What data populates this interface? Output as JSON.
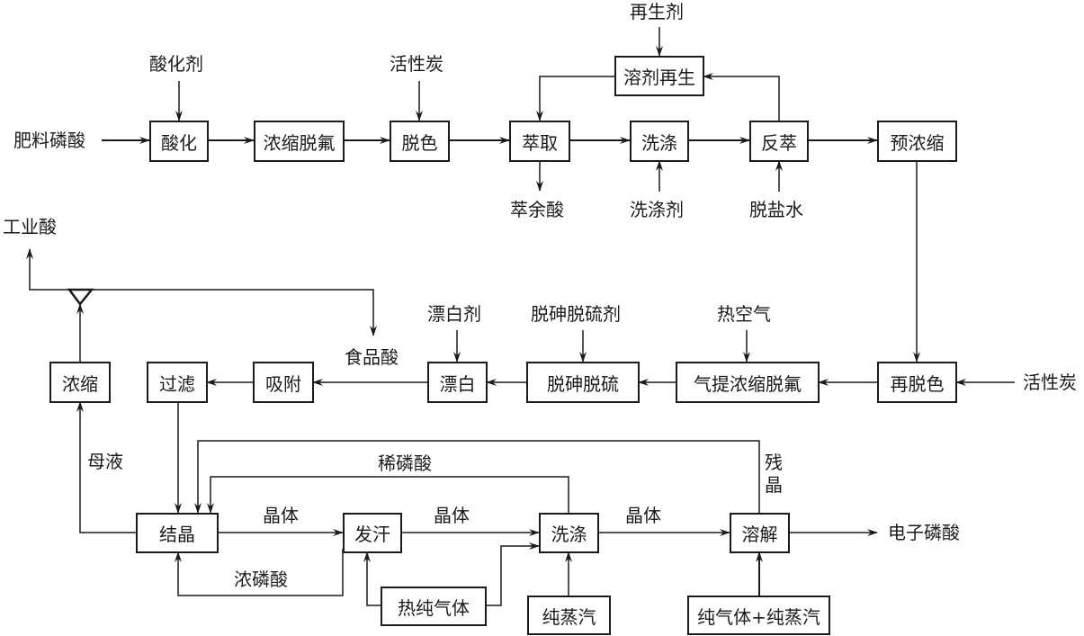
{
  "diagram": {
    "type": "process-flow",
    "title": "",
    "units": {
      "acidification": "酸化",
      "concentration_defluorination": "浓缩脱氟",
      "decolorization": "脱色",
      "solvent_regeneration": "溶剂再生",
      "extraction": "萃取",
      "washing_upper": "洗涤",
      "back_extraction": "反萃",
      "pre_concentration": "预浓缩",
      "re_decolorization": "再脱色",
      "stripping_concentration_defluorination": "气提浓缩脱氟",
      "dearsenic_desulfurization": "脱砷脱硫",
      "bleaching": "漂白",
      "adsorption": "吸附",
      "filtration": "过滤",
      "concentration": "浓缩",
      "crystallization": "结晶",
      "sweating": "发汗",
      "washing_lower": "洗涤",
      "dissolution": "溶解",
      "hot_pure_gas": "热纯气体",
      "pure_steam": "纯蒸汽",
      "pure_gas_steam": "纯气体+纯蒸汽"
    },
    "streams": {
      "feed_acid": "肥料磷酸",
      "acidifier": "酸化剂",
      "activated_carbon_1": "活性炭",
      "regenerant": "再生剂",
      "raffinate_acid": "萃余酸",
      "washing_agent": "洗涤剂",
      "desalted_water": "脱盐水",
      "activated_carbon_2": "活性炭",
      "hot_air": "热空气",
      "dearsenic_agent": "脱砷脱硫剂",
      "bleach_agent": "漂白剂",
      "food_acid": "食品酸",
      "industrial_acid": "工业酸",
      "mother_liquor": "母液",
      "dilute_phosphoric": "稀磷酸",
      "residual_crystal": "残晶",
      "crystal_1": "晶体",
      "crystal_2": "晶体",
      "crystal_3": "晶体",
      "conc_phosphoric": "浓磷酸",
      "electronic_acid": "电子磷酸"
    },
    "line_color": "#1a1a1a"
  }
}
